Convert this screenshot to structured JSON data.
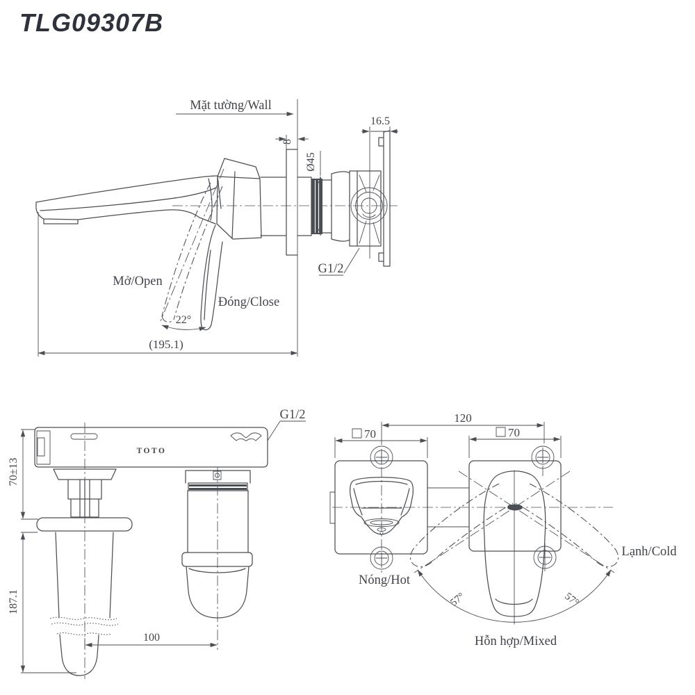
{
  "title": "TLG09307B",
  "side_view": {
    "wall_label": "Mặt tường/Wall",
    "dim_flange_thickness": "8",
    "dim_mount_depth": "16.5",
    "dim_body_diameter": "Ø45",
    "thread_label": "G1/2",
    "open_label": "Mở/Open",
    "close_label": "Đóng/Close",
    "dim_open_angle": "22°",
    "dim_spout_reach": "(195.1)"
  },
  "top_view": {
    "thread_label": "G1/2",
    "brand_logo": "TOTO",
    "dim_wall_depth": "70±13",
    "dim_spout_length": "187.1",
    "dim_center_distance": "100"
  },
  "front_view": {
    "dim_screw_spacing": "120",
    "dim_left_plate": "70",
    "dim_right_plate": "70",
    "hot_label": "Nóng/Hot",
    "cold_label": "Lạnh/Cold",
    "mixed_label": "Hỗn hợp/Mixed",
    "dim_swing_left": "57°",
    "dim_swing_right": "57°"
  },
  "colors": {
    "line": "#4a4e55",
    "text": "#41444c",
    "title": "#2e323c"
  }
}
